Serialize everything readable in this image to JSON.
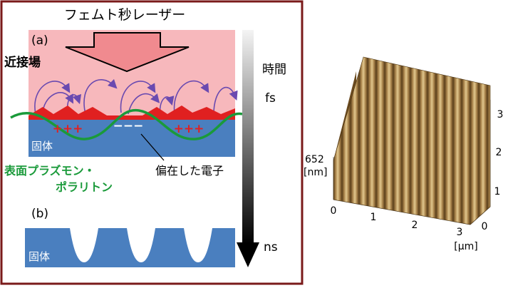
{
  "panel_a": {
    "label": "(a)",
    "laser_label": "フェムト秒レーザー",
    "near_field_label": "近接場",
    "solid_label": "固体",
    "plus_signs": "+++",
    "minus_signs": "−−−",
    "plasmon_label_line1": "表面プラズモン・",
    "plasmon_label_line2": "ポラリトン",
    "electron_label": "偏在した電子"
  },
  "panel_b": {
    "label": "(b)",
    "solid_label": "固体"
  },
  "time_axis": {
    "label": "時間",
    "start_label": "fs",
    "end_label": "ns"
  },
  "afm_plot": {
    "z_value": "652",
    "z_unit": "[nm]",
    "x_ticks": [
      "0",
      "1",
      "2",
      "3"
    ],
    "x_unit": "[μm]",
    "y_ticks": [
      "0",
      "1",
      "2",
      "3"
    ]
  },
  "colors": {
    "frame": "#7a1a1a",
    "laser_pink": "#f7b8bc",
    "solid_blue": "#4a7fbf",
    "plasmon_green": "#1a9a3a",
    "field_purple": "#6a4ab0",
    "charge_red": "#e02020",
    "afm_gold": "#b89050"
  },
  "icons": {
    "laser_arrow": "down-arrow-icon",
    "time_arrow": "down-arrow-icon"
  }
}
